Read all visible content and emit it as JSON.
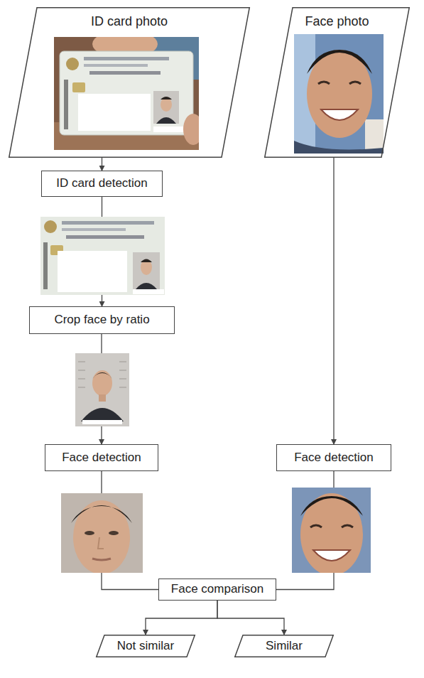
{
  "diagram": {
    "nodes": [
      {
        "text": [
          "ID card photo"
        ]
      },
      {
        "text": [
          "Face photo"
        ]
      },
      {
        "text": [
          "ID card detection"
        ]
      },
      {
        "text": [
          "Crop face by ratio"
        ]
      },
      {
        "text": [
          "Face detection"
        ]
      },
      {
        "text": [
          "Face detection"
        ]
      },
      {
        "text": [
          "Face comparison"
        ]
      },
      {
        "text": [
          "Not similar"
        ]
      },
      {
        "text": [
          "Similar"
        ]
      }
    ],
    "edges": [
      {
        "from": 0,
        "to": 2,
        "arrow": "to"
      },
      {
        "from": 2,
        "to": 3,
        "arrow": "to"
      },
      {
        "from": 3,
        "to": 4,
        "arrow": "to"
      },
      {
        "from": 1,
        "to": 5,
        "arrow": "to"
      },
      {
        "from": 4,
        "to": 6,
        "arrow": "none"
      },
      {
        "from": 5,
        "to": 6,
        "arrow": "none"
      },
      {
        "from": 6,
        "to": 7,
        "arrow": "to"
      },
      {
        "from": 6,
        "to": 8,
        "arrow": "to"
      }
    ]
  }
}
